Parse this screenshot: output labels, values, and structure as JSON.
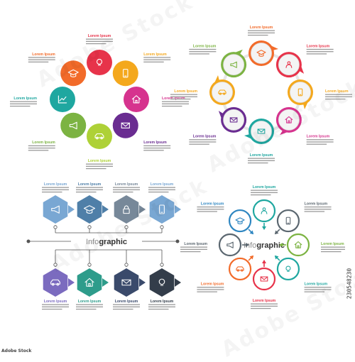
{
  "colors": {
    "orange": "#F26B2A",
    "red": "#E7334A",
    "amber": "#F4A81D",
    "magenta": "#D6338E",
    "purple": "#6A2C91",
    "green": "#7CB342",
    "lime": "#AED137",
    "teal": "#1FA7A0",
    "blue": "#2E86C1",
    "slate": "#5B6770",
    "hex_light": "#79A7D3",
    "hex_mid": "#4F7FA8",
    "hex_gray": "#778899",
    "hex_dark": "#333D4A",
    "hex_purple": "#7B6BBF",
    "hex_green": "#2E9C8B",
    "hex_brown": "#8B6F5C",
    "hex_navy": "#3A4A6B"
  },
  "label": "Lorem Ipsum",
  "infographic_prefix": "Info",
  "infographic_suffix": "graphic",
  "stock_id": "230548230",
  "stock_logo": "Adobe Stock",
  "watermark": "Adobe Stock",
  "icons": [
    "graduation-cap",
    "phone",
    "house",
    "envelope",
    "car",
    "megaphone",
    "bulb",
    "chart",
    "lock",
    "person"
  ],
  "diagrams": {
    "ring_solid": {
      "items": [
        {
          "color": "orange",
          "icon": "graduation-cap"
        },
        {
          "color": "red",
          "icon": "bulb"
        },
        {
          "color": "amber",
          "icon": "phone"
        },
        {
          "color": "magenta",
          "icon": "house"
        },
        {
          "color": "purple",
          "icon": "envelope"
        },
        {
          "color": "lime",
          "icon": "car"
        },
        {
          "color": "green",
          "icon": "megaphone"
        },
        {
          "color": "teal",
          "icon": "chart"
        }
      ]
    },
    "ring_circles": {
      "items": [
        {
          "color": "orange",
          "icon": "graduation-cap"
        },
        {
          "color": "red",
          "icon": "person"
        },
        {
          "color": "amber",
          "icon": "phone"
        },
        {
          "color": "magenta",
          "icon": "house"
        },
        {
          "color": "teal",
          "icon": "envelope"
        },
        {
          "color": "purple",
          "icon": "envelope"
        },
        {
          "color": "amber",
          "icon": "car"
        },
        {
          "color": "green",
          "icon": "megaphone"
        }
      ]
    },
    "hex_timeline": {
      "top": [
        {
          "color": "hex_light",
          "icon": "megaphone"
        },
        {
          "color": "hex_mid",
          "icon": "graduation-cap"
        },
        {
          "color": "hex_gray",
          "icon": "lock"
        },
        {
          "color": "hex_light",
          "icon": "phone"
        }
      ],
      "bottom": [
        {
          "color": "hex_purple",
          "icon": "car"
        },
        {
          "color": "hex_green",
          "icon": "house"
        },
        {
          "color": "hex_navy",
          "icon": "envelope"
        },
        {
          "color": "hex_dark",
          "icon": "bulb"
        }
      ]
    },
    "arrow_cycle": {
      "items": [
        {
          "color": "teal",
          "icon": "person"
        },
        {
          "color": "slate",
          "icon": "phone"
        },
        {
          "color": "green",
          "icon": "house"
        },
        {
          "color": "teal",
          "icon": "bulb"
        },
        {
          "color": "red",
          "icon": "envelope"
        },
        {
          "color": "orange",
          "icon": "car"
        },
        {
          "color": "slate",
          "icon": "megaphone"
        },
        {
          "color": "blue",
          "icon": "graduation-cap"
        }
      ]
    }
  }
}
